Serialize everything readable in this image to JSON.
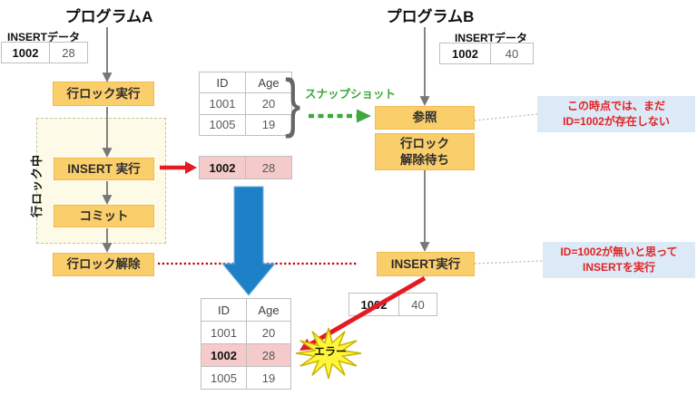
{
  "program_a": {
    "title": "プログラムA",
    "insert_label": "INSERTデータ",
    "insert_id": "1002",
    "insert_age": "28",
    "step_lock": "行ロック実行",
    "lock_region_label": "行ロック中",
    "step_insert": "INSERT 実行",
    "step_commit": "コミット",
    "step_unlock": "行ロック解除"
  },
  "program_b": {
    "title": "プログラムB",
    "insert_label": "INSERTデータ",
    "insert_id": "1002",
    "insert_age": "40",
    "step_select": "参照",
    "step_wait_line1": "行ロック",
    "step_wait_line2": "解除待ち",
    "step_insert": "INSERT実行"
  },
  "snapshot": {
    "label": "スナップショット",
    "brace": "}",
    "table": {
      "headers": [
        "ID",
        "Age"
      ],
      "rows": [
        [
          "1001",
          "20"
        ],
        [
          "1005",
          "19"
        ]
      ]
    }
  },
  "inserted_row": {
    "id": "1002",
    "age": "28"
  },
  "result_table": {
    "headers": [
      "ID",
      "Age"
    ],
    "rows": [
      [
        "1001",
        "20"
      ],
      [
        "1002",
        "28"
      ],
      [
        "1005",
        "19"
      ]
    ],
    "highlighted_row": "1002"
  },
  "b_insert_row": {
    "id": "1002",
    "age": "40"
  },
  "notes": {
    "note1_line1": "この時点では、まだ",
    "note1_line2": "ID=1002が存在しない",
    "note2_line1": "ID=1002が無いと思って",
    "note2_line2": "INSERTを実行"
  },
  "error_label": "エラー",
  "colors": {
    "process_box": "#FBCE6C",
    "lock_region_bg": "#FDFBE7",
    "pink_row": "#F5CACA",
    "note_bg": "#DCE9F7",
    "note_text": "#E02424",
    "snapshot_green": "#3EA73E",
    "red_arrow": "#E31B23",
    "red_dotted": "#C00000",
    "blue_arrow": "#1E80C6",
    "error_burst": "#FFF53C"
  }
}
